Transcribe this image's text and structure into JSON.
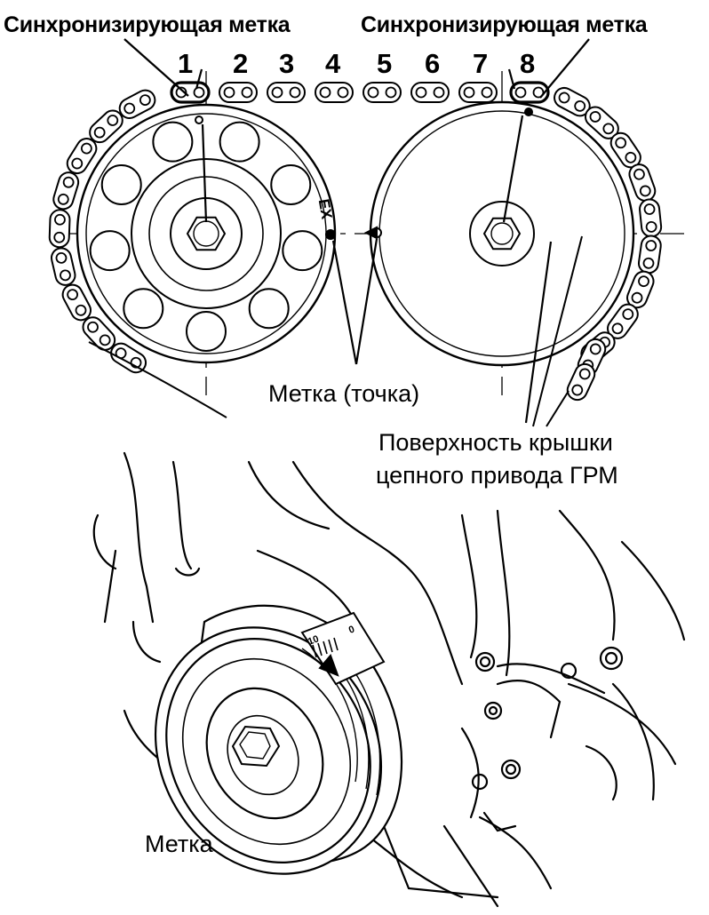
{
  "labels": {
    "sync_mark_left": "Синхронизирующая метка",
    "sync_mark_right": "Синхронизирующая метка",
    "link_numbers": [
      "1",
      "2",
      "3",
      "4",
      "5",
      "6",
      "7",
      "8"
    ],
    "ex_mark": "EX",
    "dot_mark": "Метка (точка)",
    "cover_surface_line1": "Поверхность крышки",
    "cover_surface_line2": "цепного привода ГРМ",
    "pulley_mark": "Метка",
    "scale_10": "10",
    "scale_0": "0"
  },
  "colors": {
    "ink": "#000000",
    "paper": "#ffffff"
  }
}
